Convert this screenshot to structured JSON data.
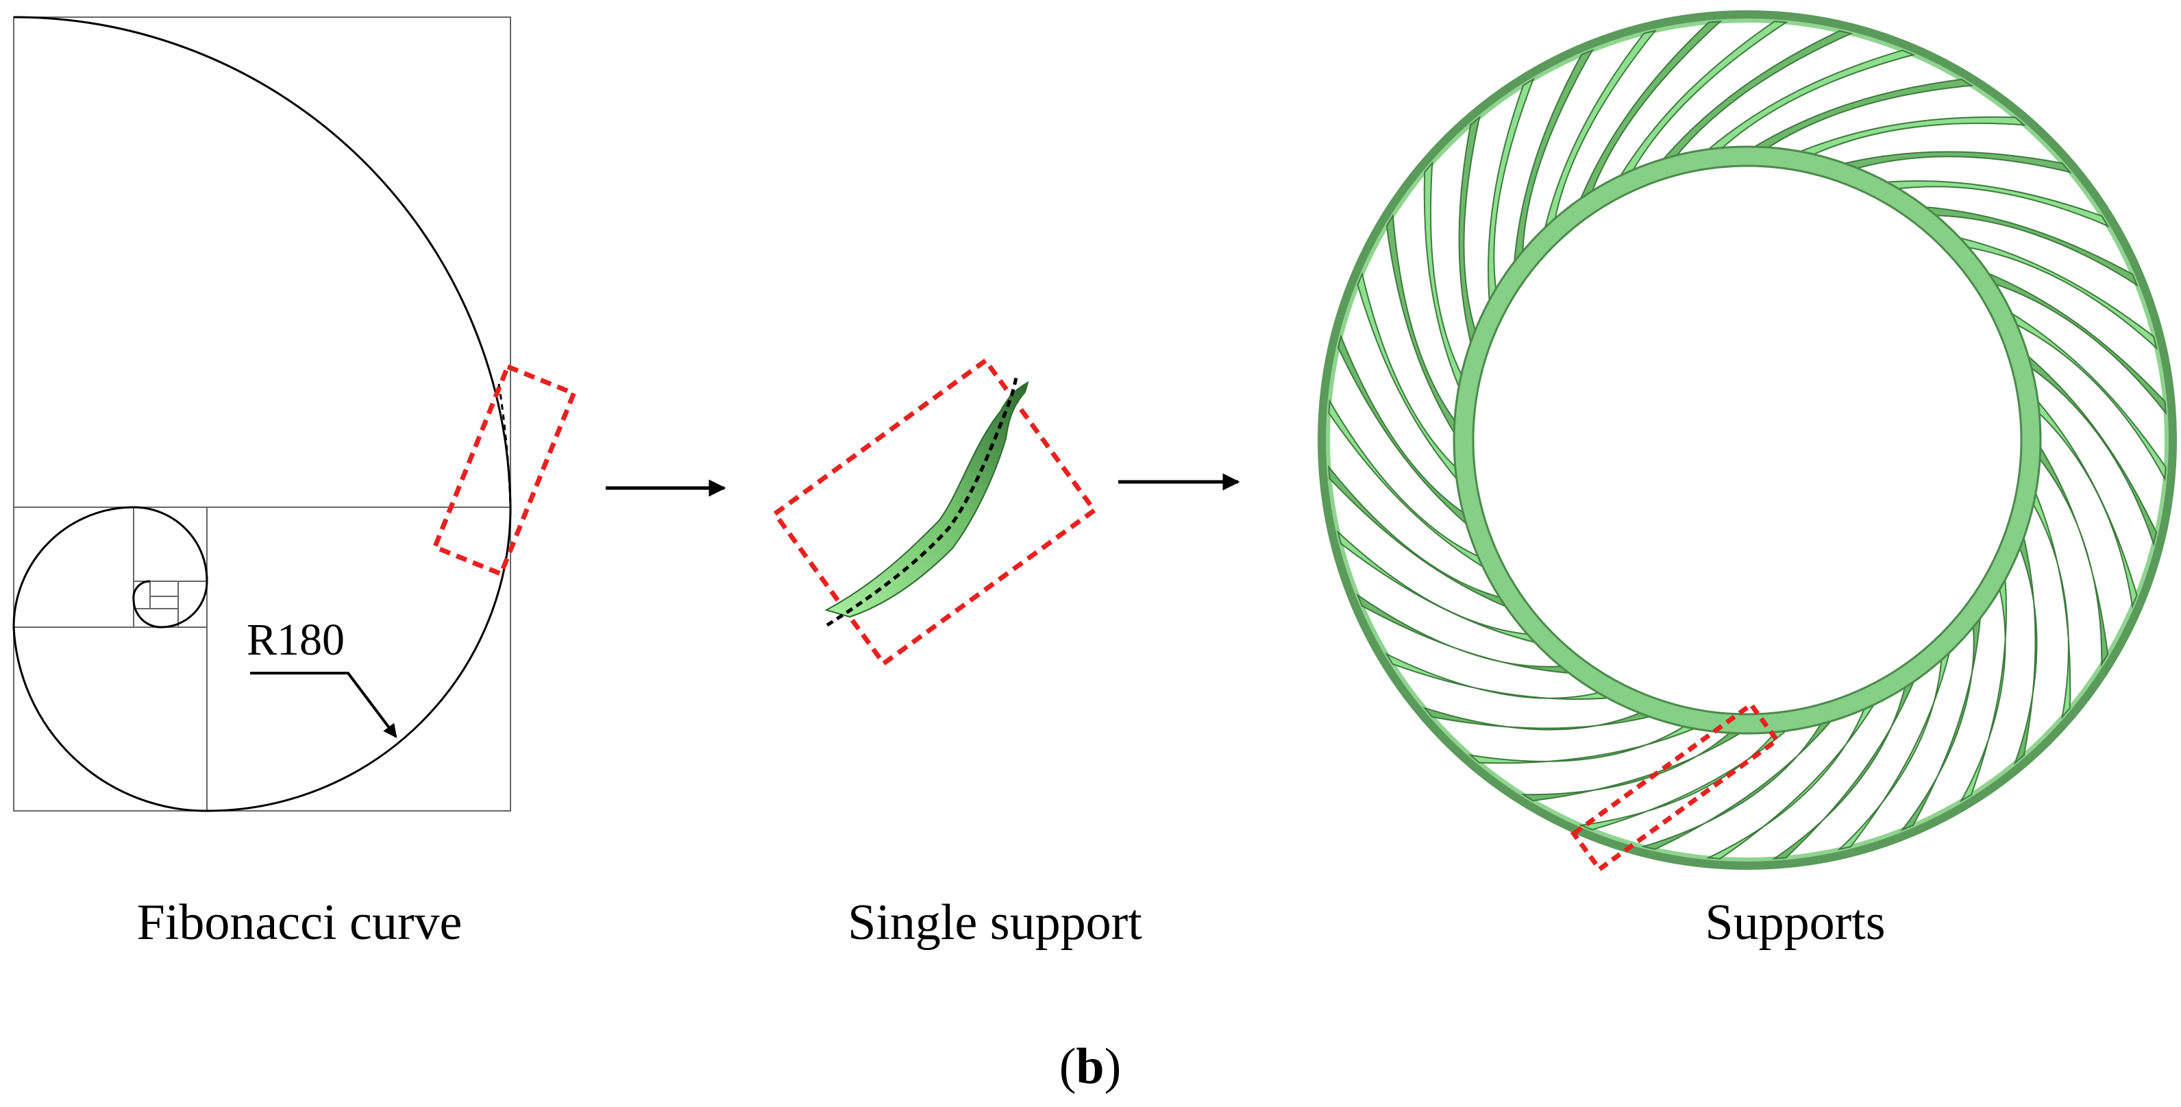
{
  "panels": {
    "fibonacci": {
      "caption": "Fibonacci curve",
      "radius_label": "R180"
    },
    "single": {
      "caption": "Single support"
    },
    "supports": {
      "caption": "Supports",
      "blade_count": 40
    }
  },
  "figure_label": {
    "open": "(",
    "letter": "b",
    "close": ")"
  },
  "colors": {
    "line": "#000000",
    "highlight_box": "#e8211f",
    "blade_light": "#8ee08e",
    "blade_dark": "#3f7a3f",
    "ring_fill": "#86cf86",
    "ring_edge": "#4b8a4b"
  }
}
